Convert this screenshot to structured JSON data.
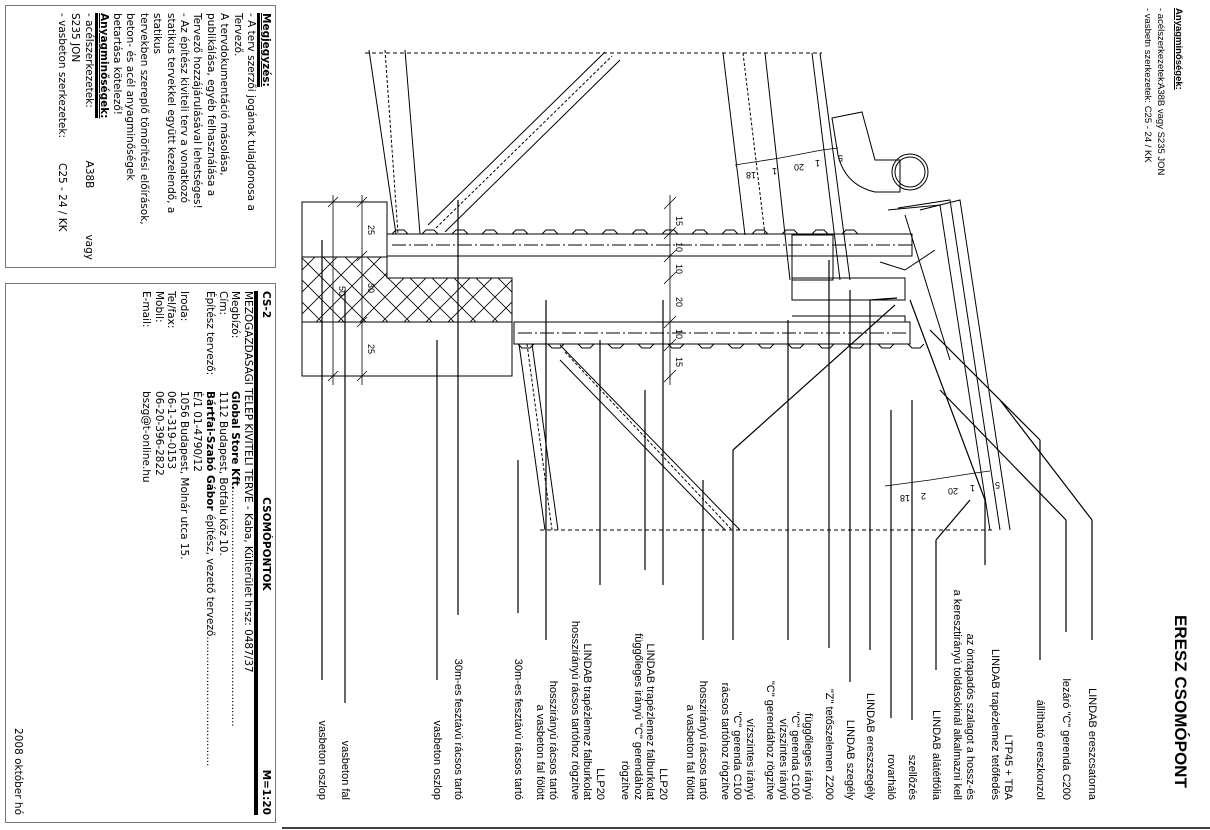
{
  "title": "ERESZ CSOMÓPONT",
  "materials_top": {
    "heading": "Anyagminőségek:",
    "steel_label": "- acélszerkezetek:",
    "steel_value": "A38B vagy S235 JON",
    "concrete_label": "- vasbetn szerkezetek:",
    "concrete_value": "C25 - 24 / KK"
  },
  "notes": {
    "heading": "Megjegyzés:",
    "lines": [
      "- A terv szerzői jogának tulajdonosa a",
      "Tervező.",
      "A tervdokumentáció másolása,",
      "publikálása, egyéb felhasználása a",
      "Tervező hozzájárulásával lehetséges!",
      "- Az építész kiviteli terv a vonatkozó",
      "statikus tervekkel együtt kezelendő, a",
      "statikus",
      "tervekben szereplő tömörítési előírások,",
      "beton- és acél anyagminőségek",
      "betartása kötelező!"
    ],
    "materials_heading": "Anyagminőségek:",
    "steel_label": "- acélszerkezetek:",
    "steel_value": "A38B",
    "steel_value2": "vagy",
    "steel_value3": "S235 JON",
    "concrete_label": "- vasbeton szerkezetek:",
    "concrete_value": "C25 - 24 / KK"
  },
  "title_block": {
    "sheet": "CS-2",
    "name": "CSOMÓPONTOK",
    "scale": "M=1:20",
    "project": "MEZŐGAZDASÁGI TELEP KIVITELI TERVE - Kaba, Külterület hrsz: 0487/37",
    "client_label": "Megbízó:",
    "client": "Global Store Kft.",
    "address_label": "Cím:",
    "address": "1112 Budapest, Botfalu köz 10.",
    "architect_label": "Építész tervező:",
    "architect_name": "Bártfai-Szabó Gábor",
    "architect_role": " építész, vezető tervező",
    "license": "É/1 01-4790/12",
    "office_label": "Iroda:",
    "office": "1056 Budapest, Molnár utca 15.",
    "tel_label": "Tel/fax:",
    "tel": "06-1-319-0153",
    "mobile_label": "Mobil:",
    "mobile": "06-20-396-2822",
    "email_label": "E-mail:",
    "email": "bszg@t-online.hu",
    "date": "2008 október hó"
  },
  "labels": [
    {
      "lines": [
        "LINDAB ereszcsatorna"
      ]
    },
    {
      "lines": [
        "lezáró \"C\" gerenda C200"
      ]
    },
    {
      "lines": [
        "állítható ereszkonzol"
      ]
    },
    {
      "lines": [
        "LTP45 + TBA",
        "LINDAB trapézlemez tetőfedés"
      ]
    },
    {
      "lines": [
        "az öntapadós szalagot a hossz-és",
        "a keresztirányú toldásokinál alkalmazni kell"
      ]
    },
    {
      "lines": [
        "LINDAB alátétfólia"
      ]
    },
    {
      "lines": [
        "szellőzés"
      ]
    },
    {
      "lines": [
        "rovarháló"
      ]
    },
    {
      "lines": [
        "LINDAB ereszszegély"
      ]
    },
    {
      "lines": [
        "LINDAB szegély"
      ]
    },
    {
      "lines": [
        "\"Z\" tetőszelemen Z200"
      ]
    },
    {
      "lines": [
        "függőleges irányú",
        "\"C\" gerenda C100",
        "vízszintes irányú",
        "\"C\" gerendához rögzítve"
      ]
    },
    {
      "lines": [
        "vízszintes irányú",
        "\"C\" gerenda C100",
        "rácsos tartóhoz rögzítve"
      ]
    },
    {
      "lines": [
        "hosszirányú rácsos tartó",
        "a vasbeton fal fölött"
      ]
    },
    {
      "lines": [
        "LLP20",
        "LINDAB trapézlemez falburkolat",
        "függőleges irányú \"C\" gerendához",
        "rögzítve"
      ]
    },
    {
      "lines": [
        "LLP20",
        "LINDAB trapézlemez falburkolat",
        "hosszirányú rácsos tartóhoz rögzítve"
      ]
    },
    {
      "lines": [
        "hosszirányú rácsos tartó",
        "a vasbeton fal fölött"
      ]
    },
    {
      "lines": [
        "30m-es fesztávú rácsos tartó"
      ]
    },
    {
      "lines": [
        "30m-es fesztávú rácsos tartó"
      ]
    },
    {
      "lines": [
        "vasbeton oszlop"
      ]
    },
    {
      "lines": [
        "vasbeton fal"
      ]
    },
    {
      "lines": [
        "vasbeton oszlop"
      ]
    }
  ],
  "dimensions": {
    "right_stack": [
      "15",
      "10",
      "10",
      "20",
      "10",
      "15"
    ],
    "left_stack": [
      "25",
      "30",
      "25"
    ],
    "left_total": "50",
    "upper_roof": [
      "18",
      "1",
      "20",
      "1",
      "5"
    ],
    "lower_roof": [
      "18",
      "2",
      "20",
      "1",
      "5"
    ]
  }
}
